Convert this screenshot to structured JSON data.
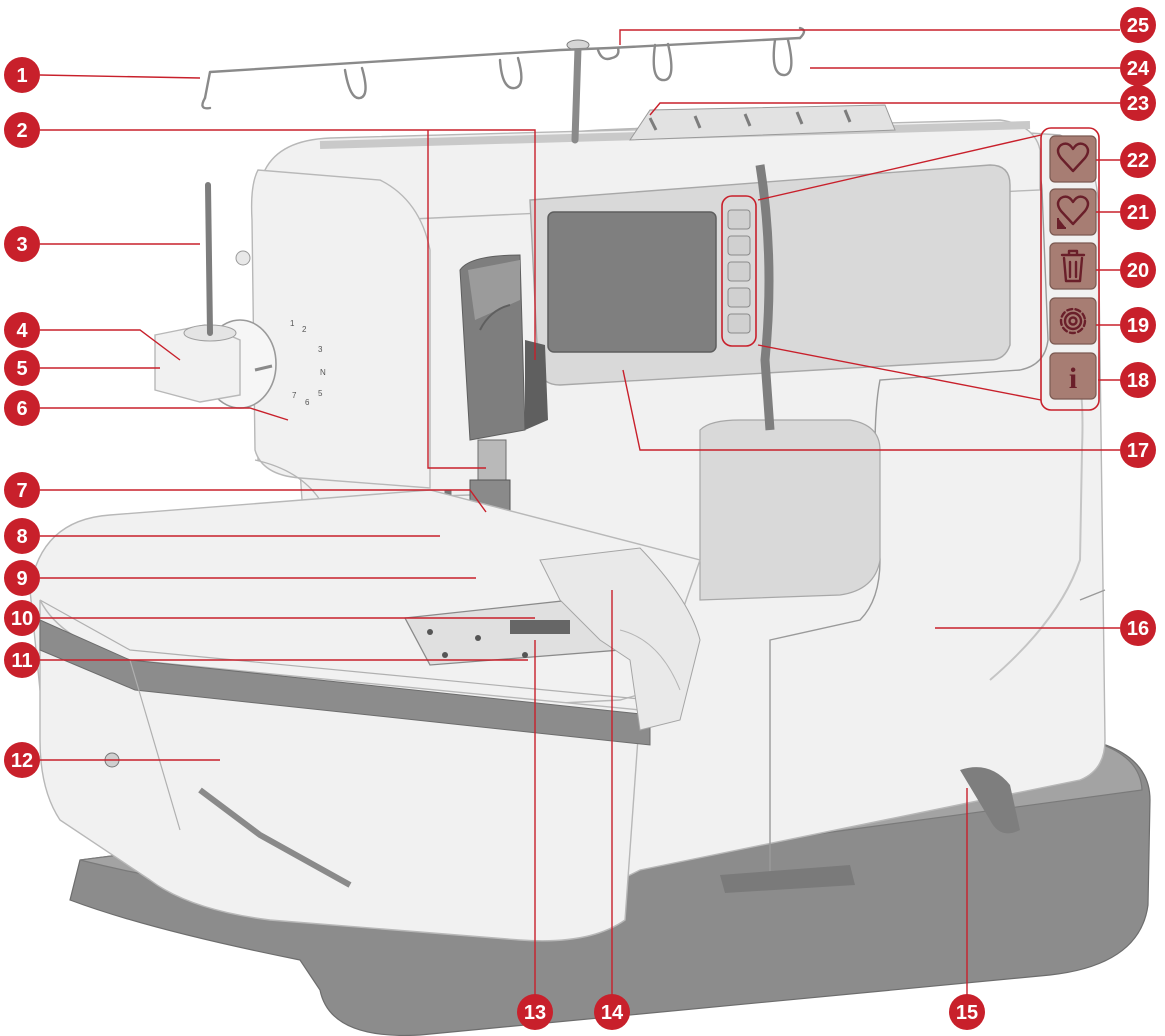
{
  "callouts": [
    {
      "number": "1"
    },
    {
      "number": "2"
    },
    {
      "number": "3"
    },
    {
      "number": "4"
    },
    {
      "number": "5"
    },
    {
      "number": "6"
    },
    {
      "number": "7"
    },
    {
      "number": "8"
    },
    {
      "number": "9"
    },
    {
      "number": "10"
    },
    {
      "number": "11"
    },
    {
      "number": "12"
    },
    {
      "number": "13"
    },
    {
      "number": "14"
    },
    {
      "number": "15"
    },
    {
      "number": "16"
    },
    {
      "number": "17"
    },
    {
      "number": "18"
    },
    {
      "number": "19"
    },
    {
      "number": "20"
    },
    {
      "number": "21"
    },
    {
      "number": "22"
    },
    {
      "number": "23"
    },
    {
      "number": "24"
    },
    {
      "number": "25"
    }
  ],
  "function_buttons": [
    {
      "icon": "heart-icon"
    },
    {
      "icon": "heart-return-icon"
    },
    {
      "icon": "trash-icon"
    },
    {
      "icon": "gear-icon"
    },
    {
      "icon": "info-icon",
      "glyph": "i"
    }
  ],
  "colors": {
    "callout_red": "#c8202b",
    "button_fill": "#a77d73",
    "button_glyph": "#6a1f2a",
    "machine_body": "#f1f1f1",
    "base_plate": "#8c8c8c"
  }
}
